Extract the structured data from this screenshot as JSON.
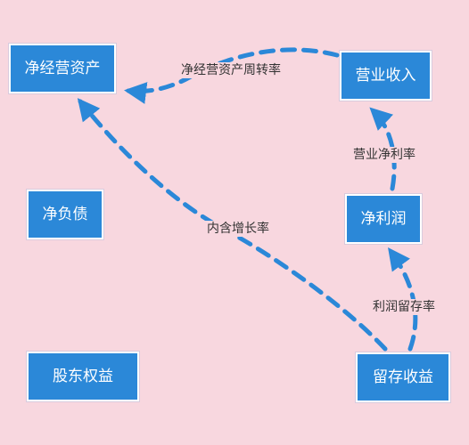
{
  "theme": {
    "background": "#f8d7df",
    "node_fill": "#2b88d8",
    "node_border": "#ffffff",
    "arrow_color": "#2b88d8",
    "label_color": "#333333"
  },
  "nodes": {
    "net_operating_assets": "净经营资产",
    "operating_revenue": "营业收入",
    "net_liabilities": "净负债",
    "net_profit": "净利润",
    "shareholders_equity": "股东权益",
    "retained_earnings": "留存收益"
  },
  "edges": {
    "turnover_label": "净经营资产周转率",
    "net_margin_label": "营业净利率",
    "growth_label": "内含增长率",
    "retention_label": "利润留存率"
  }
}
